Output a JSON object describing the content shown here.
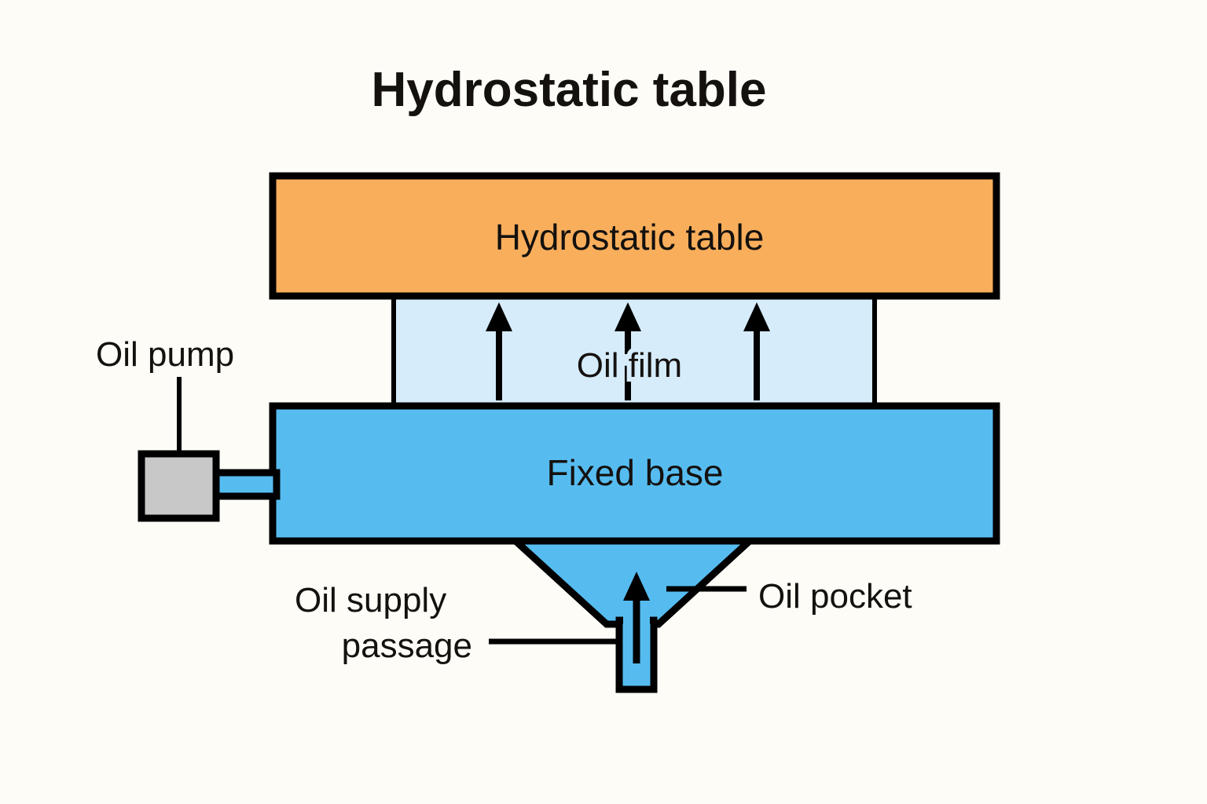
{
  "diagram": {
    "title": "Hydrostatic table",
    "background_color": "#FDFCF7",
    "stroke_color": "#000000",
    "parts": {
      "table_block": {
        "label": "Hydrostatic table",
        "fill": "#F9AE5C",
        "name": "hydrostatic-table-block"
      },
      "oil_film": {
        "label": "Oil film",
        "fill": "#D6ECFA",
        "name": "oil-film-region"
      },
      "fixed_base": {
        "label": "Fixed base",
        "fill": "#56BCF0",
        "name": "fixed-base-block"
      },
      "oil_pump": {
        "label": "Oil pump",
        "fill": "#C8C8C8",
        "name": "oil-pump-box"
      },
      "oil_pocket": {
        "label": "Oil pocket",
        "fill": "#56BCF0",
        "name": "oil-pocket-funnel"
      },
      "oil_supply_passage": {
        "label_line_1": "Oil supply",
        "label_line_2": "passage",
        "fill": "#56BCF0",
        "name": "oil-supply-passage-channel"
      },
      "pump_pipe": {
        "fill": "#56BCF0",
        "name": "pump-supply-pipe"
      }
    },
    "flow_arrows": {
      "oil_film_arrow_count": 3,
      "passage_arrow_count": 1,
      "direction": "up"
    }
  }
}
